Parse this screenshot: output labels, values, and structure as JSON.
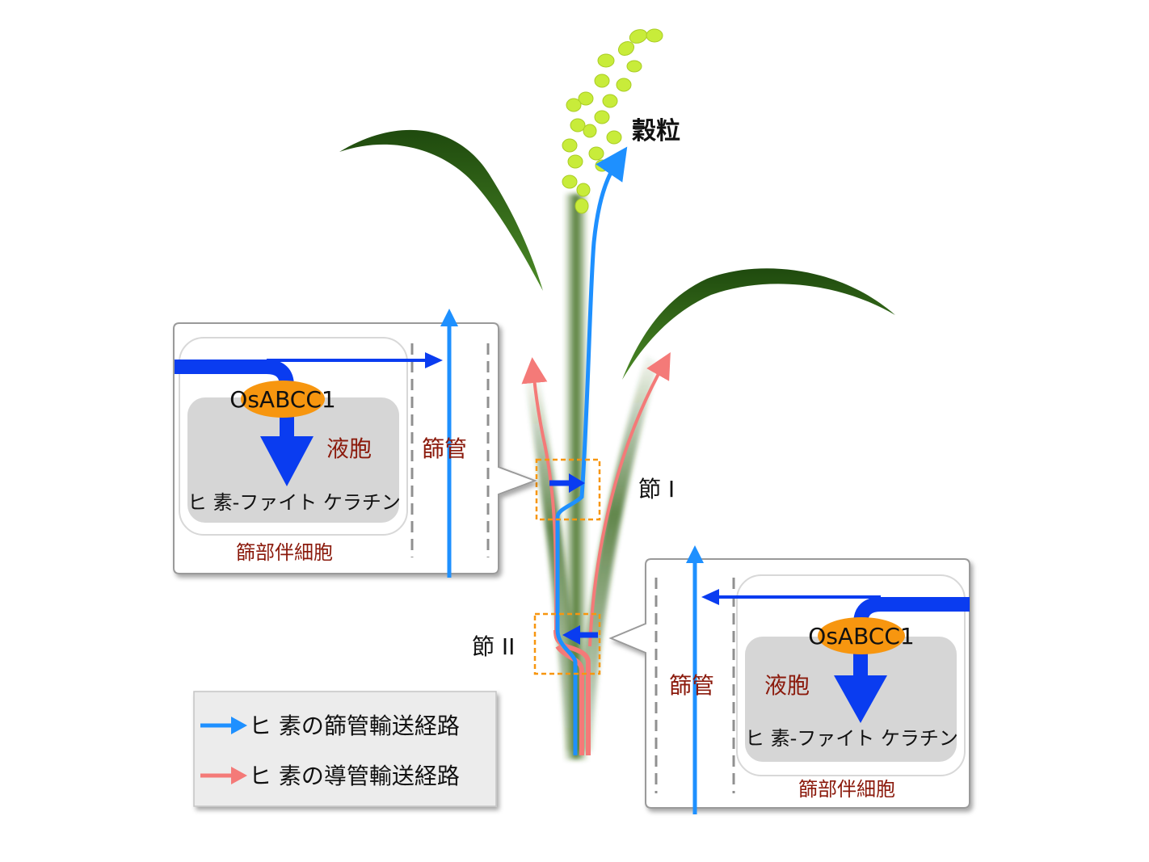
{
  "labels": {
    "grain": "穀粒",
    "node1": "節 I",
    "node2": "節 II"
  },
  "inset_node1": {
    "transporter": "OsABCC1",
    "vacuole": "液胞",
    "sieve_tube": "篩管",
    "complex": "ヒ 素-ファイト ケラチン",
    "companion_cell": "篩部伴細胞"
  },
  "inset_node2": {
    "transporter": "OsABCC1",
    "vacuole": "液胞",
    "sieve_tube": "篩管",
    "complex": "ヒ 素-ファイト ケラチン",
    "companion_cell": "篩部伴細胞"
  },
  "legend": {
    "items": [
      {
        "label": "ヒ 素の篩管輸送経路",
        "color": "#1e90ff"
      },
      {
        "label": "ヒ 素の導管輸送経路",
        "color": "#f47a78"
      }
    ]
  },
  "colors": {
    "phloem_path": "#1e90ff",
    "xylem_path": "#f47a78",
    "transport_arrow": "#0a3cf0",
    "transporter": "#f7960f",
    "vacuole": "#d6d6d6",
    "node_box": "#f7960f",
    "leaf": "#3f6e1c",
    "grain": "#c8ec3a"
  }
}
